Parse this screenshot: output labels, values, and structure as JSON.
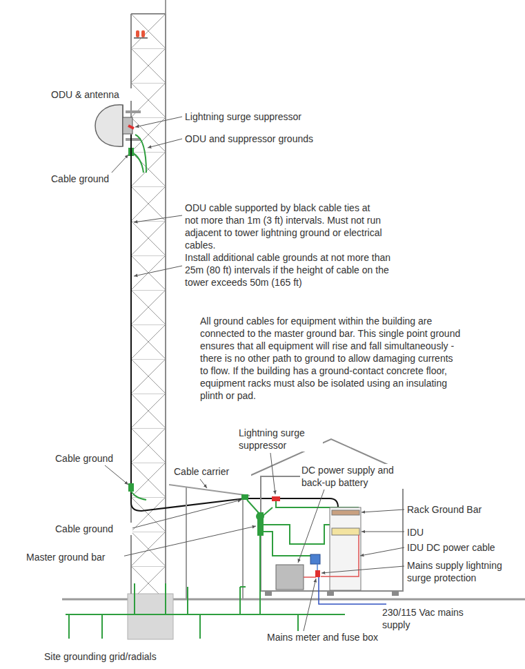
{
  "diagram": {
    "labels": [
      "ODU & antenna",
      "Lightning surge suppressor",
      "ODU and suppressor grounds",
      "Cable ground",
      "ODU cable supported by black cable ties at not more than 1m (3 ft) intervals. Must not run adjacent to tower lightning ground or electrical cables.",
      "Install additional cable grounds at not more than 25m (80 ft) intervals if the height of cable on the tower exceeds 50m (165 ft)",
      "All ground cables for equipment within the building are connected to the master ground bar. This single point ground ensures that all equipment will rise and fall simultaneously - there is no other path to ground to allow damaging currents to flow. If the building has a ground-contact concrete floor, equipment racks must also be isolated using an insulating plinth or pad.",
      "Lightning surge suppressor",
      "DC power supply and back-up battery",
      "Cable ground",
      "Cable carrier",
      "Rack Ground Bar",
      "Cable ground",
      "IDU",
      "IDU DC power cable",
      "Master ground bar",
      "Mains supply lightning surge protection",
      "230/115 Vac mains supply",
      "Mains meter and fuse box",
      "Site grounding grid/radials"
    ]
  }
}
